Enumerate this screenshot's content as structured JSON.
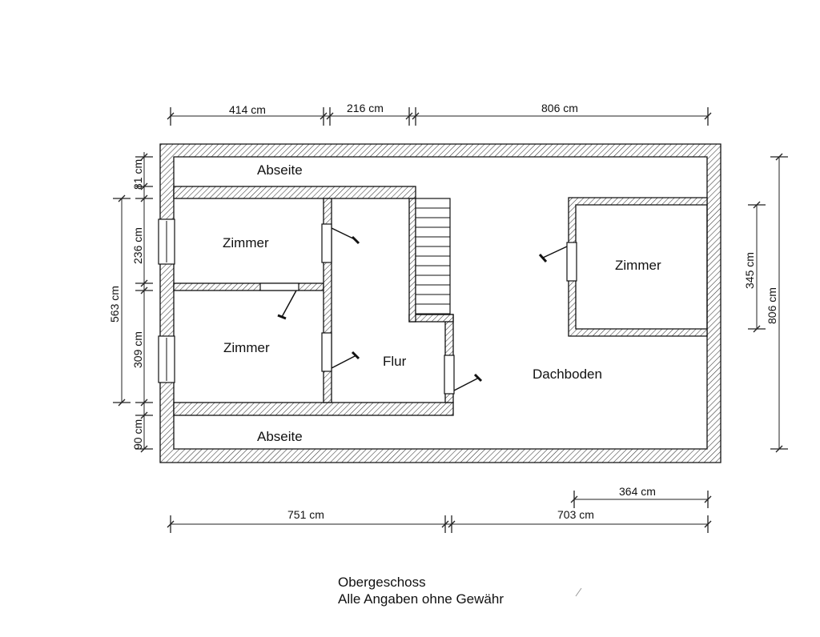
{
  "rooms": {
    "abseite_top": "Abseite",
    "abseite_bottom": "Abseite",
    "zimmer_1": "Zimmer",
    "zimmer_2": "Zimmer",
    "zimmer_3": "Zimmer",
    "flur": "Flur",
    "dachboden": "Dachboden"
  },
  "dimensions": {
    "top": [
      "414 cm",
      "216 cm",
      "806 cm"
    ],
    "bottom": [
      "751 cm",
      "703 cm"
    ],
    "bottom_inner": "364 cm",
    "left_outer": "563 cm",
    "left_inner": [
      "81 cm",
      "236 cm",
      "309 cm",
      "90 cm"
    ],
    "right_outer": "806 cm",
    "right_inner": "345 cm"
  },
  "caption": {
    "line1": "Obergeschoss",
    "line2": "Alle Angaben ohne Gewähr"
  }
}
